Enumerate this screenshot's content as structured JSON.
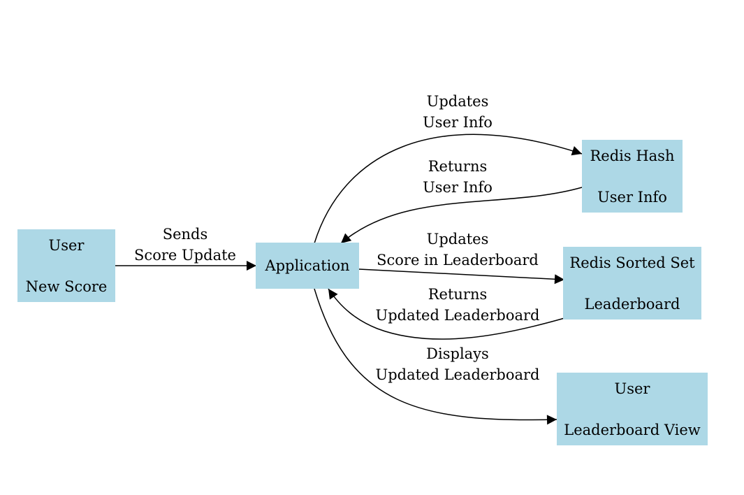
{
  "nodes": {
    "user_new_score": {
      "line1": "User",
      "line2": "New Score"
    },
    "application": {
      "label": "Application"
    },
    "redis_hash": {
      "line1": "Redis Hash",
      "line2": "User Info"
    },
    "redis_sorted_set": {
      "line1": "Redis Sorted Set",
      "line2": "Leaderboard"
    },
    "user_leaderboard_view": {
      "line1": "User",
      "line2": "Leaderboard View"
    }
  },
  "edges": {
    "sends_score_update": {
      "line1": "Sends",
      "line2": "Score Update"
    },
    "updates_user_info": {
      "line1": "Updates",
      "line2": "User Info"
    },
    "returns_user_info": {
      "line1": "Returns",
      "line2": "User Info"
    },
    "updates_score": {
      "line1": "Updates",
      "line2": "Score in Leaderboard"
    },
    "returns_updated_leaderboard": {
      "line1": "Returns",
      "line2": "Updated Leaderboard"
    },
    "displays_updated_leaderboard": {
      "line1": "Displays",
      "line2": "Updated Leaderboard"
    }
  },
  "colors": {
    "node_fill": "#add8e6",
    "edge": "#000000",
    "background": "#ffffff"
  }
}
